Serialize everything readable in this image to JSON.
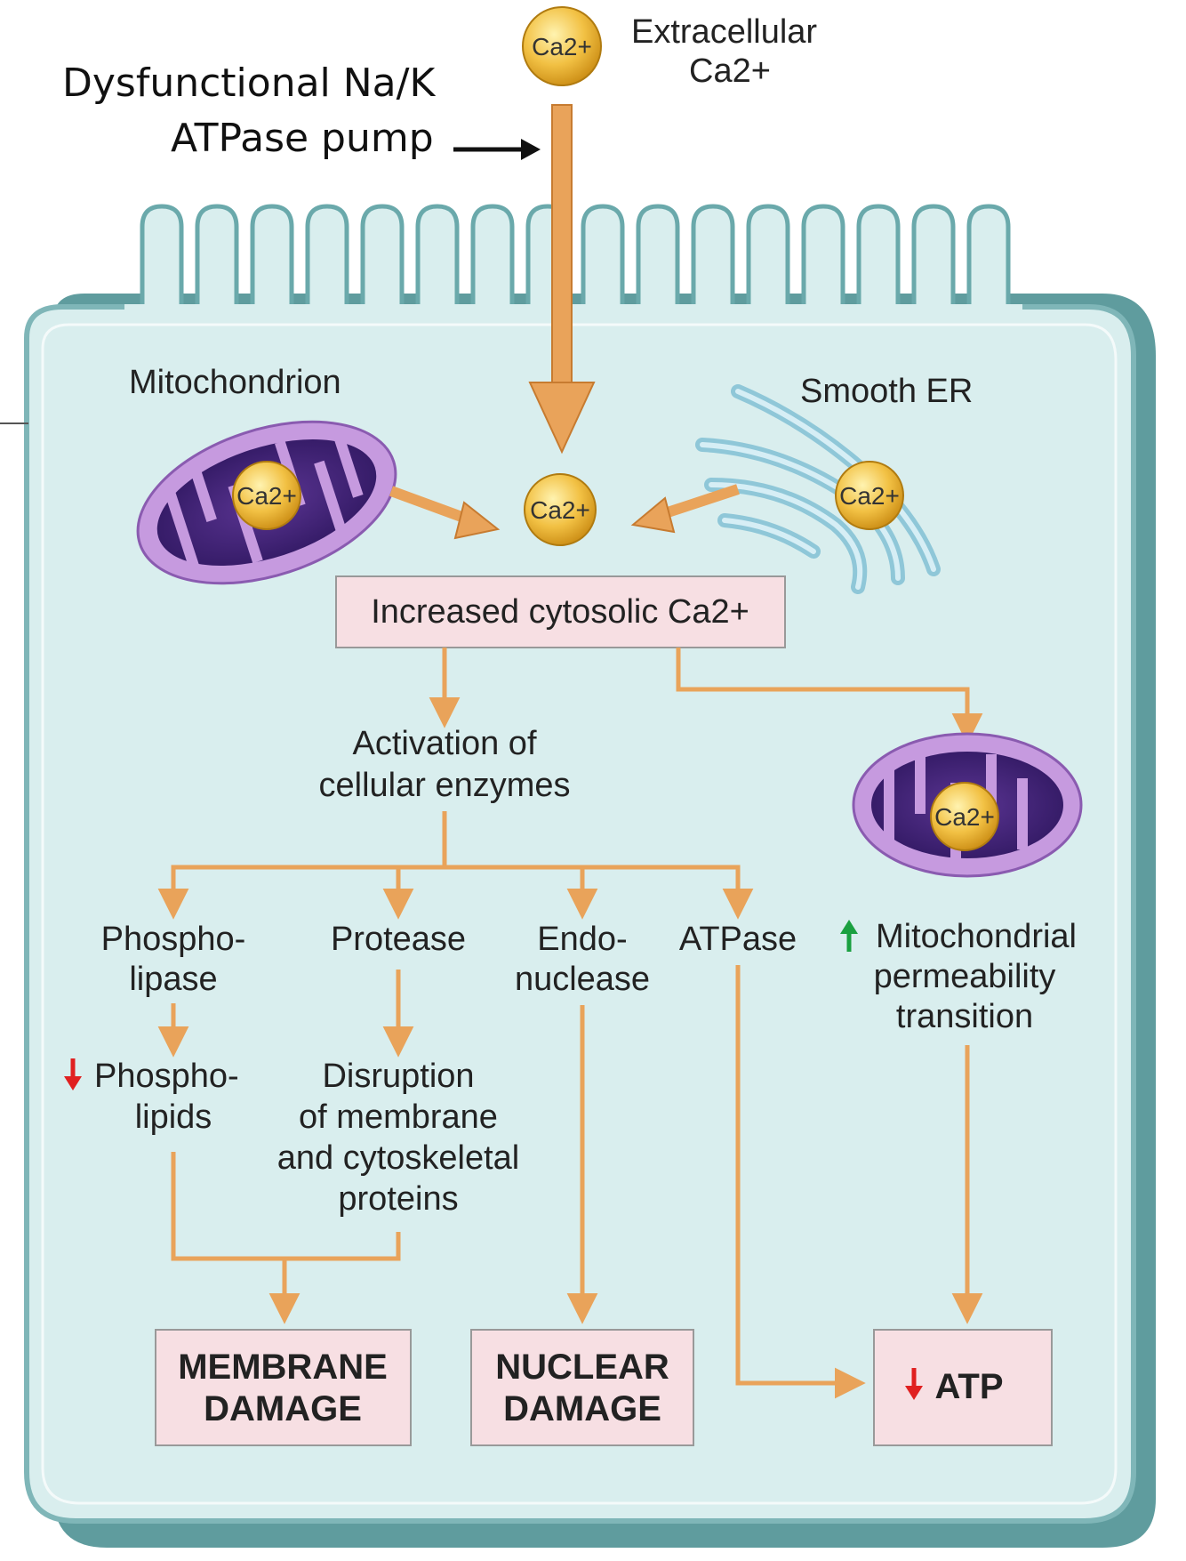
{
  "labels": {
    "extracellular_line1": "Extracellular",
    "extracellular_line2": "Ca2+",
    "pump_line1": "Dysfunctional Na/K",
    "pump_line2": "ATPase pump",
    "mitochondrion": "Mitochondrion",
    "smooth_er": "Smooth ER",
    "calcium": "Ca2+",
    "increased": "Increased cytosolic Ca2+",
    "activation_line1": "Activation of",
    "activation_line2": "cellular enzymes",
    "phospholipase_line1": "Phospho-",
    "phospholipase_line2": "lipase",
    "protease": "Protease",
    "endonuclease_line1": "Endo-",
    "endonuclease_line2": "nuclease",
    "atpase": "ATPase",
    "mpt_line1": "Mitochondrial",
    "mpt_line2": "permeability",
    "mpt_line3": "transition",
    "phospholipids_line1": "Phospho-",
    "phospholipids_line2": "lipids",
    "disruption_line1": "Disruption",
    "disruption_line2": "of membrane",
    "disruption_line3": "and cytoskeletal",
    "disruption_line4": "proteins",
    "membrane_damage_line1": "MEMBRANE",
    "membrane_damage_line2": "DAMAGE",
    "nuclear_damage_line1": "NUCLEAR",
    "nuclear_damage_line2": "DAMAGE",
    "atp": "ATP"
  },
  "colors": {
    "cell_fill": "#d9eeee",
    "cell_border": "#6aa9ab",
    "arrow": "#e9a35a",
    "box_fill": "#f7dfe3",
    "calcium": "#f2c144",
    "mitochondrion": "#7a4fa0",
    "er": "#9fd3e1",
    "decrease_arrow": "#e02020",
    "increase_arrow": "#1aa040"
  }
}
